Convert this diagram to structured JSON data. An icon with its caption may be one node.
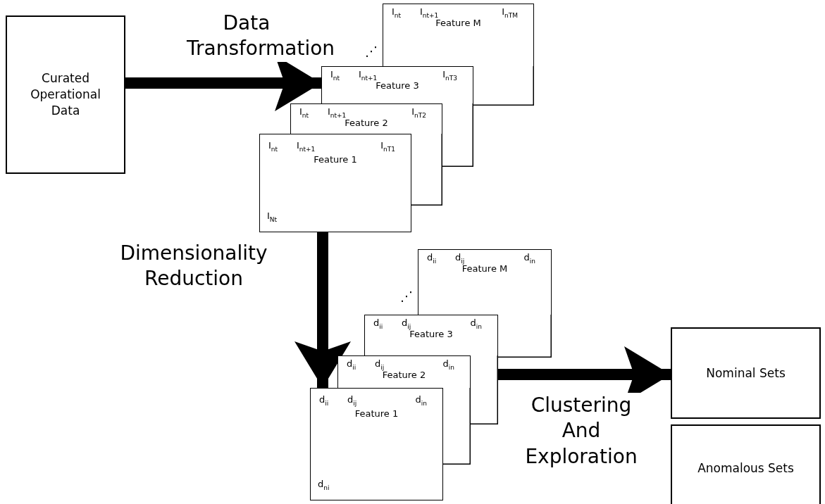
{
  "diagram": {
    "nodes": [
      {
        "text": [
          "Curated Operational Data"
        ]
      },
      {
        "text": [
          "I$_{nt}$",
          "I$_{nt+1}$",
          "I$_{nTM}$",
          "Feature M"
        ]
      },
      {
        "text": [
          "I$_{nt}$",
          "I$_{nt+1}$",
          "I$_{nT3}$",
          "Feature 3"
        ]
      },
      {
        "text": [
          "I$_{nt}$",
          "I$_{nt+1}$",
          "I$_{nT2}$",
          "Feature 2"
        ]
      },
      {
        "text": [
          "I$_{nt}$",
          "I$_{nt+1}$",
          "I$_{nT1}$",
          "Feature 1",
          "I$_{Nt}$"
        ]
      },
      {
        "text": [
          "d$_{ii}$",
          "d$_{ij}$",
          "d$_{in}$",
          "Feature M"
        ]
      },
      {
        "text": [
          "d$_{ii}$",
          "d$_{ij}$",
          "d$_{in}$",
          "Feature 3"
        ]
      },
      {
        "text": [
          "d$_{ii}$",
          "d$_{ij}$",
          "d$_{in}$",
          "Feature 2"
        ]
      },
      {
        "text": [
          "d$_{ii}$",
          "d$_{ij}$",
          "d$_{in}$",
          "Feature 1",
          "d$_{ni}$"
        ]
      },
      {
        "text": [
          "Nominal Sets"
        ]
      },
      {
        "text": [
          "Anomalous Sets"
        ]
      }
    ],
    "edges": [
      {
        "from": 0,
        "to": 2,
        "arrow": "to",
        "label": "Data Transformation"
      },
      {
        "from": 4,
        "to": 8,
        "arrow": "to",
        "label": "Dimensionality Reduction"
      },
      {
        "from": 6,
        "to": 9,
        "arrow": "to",
        "label": "Clustering And Exploration"
      }
    ],
    "labels": [
      "⋰",
      "⋰"
    ]
  }
}
